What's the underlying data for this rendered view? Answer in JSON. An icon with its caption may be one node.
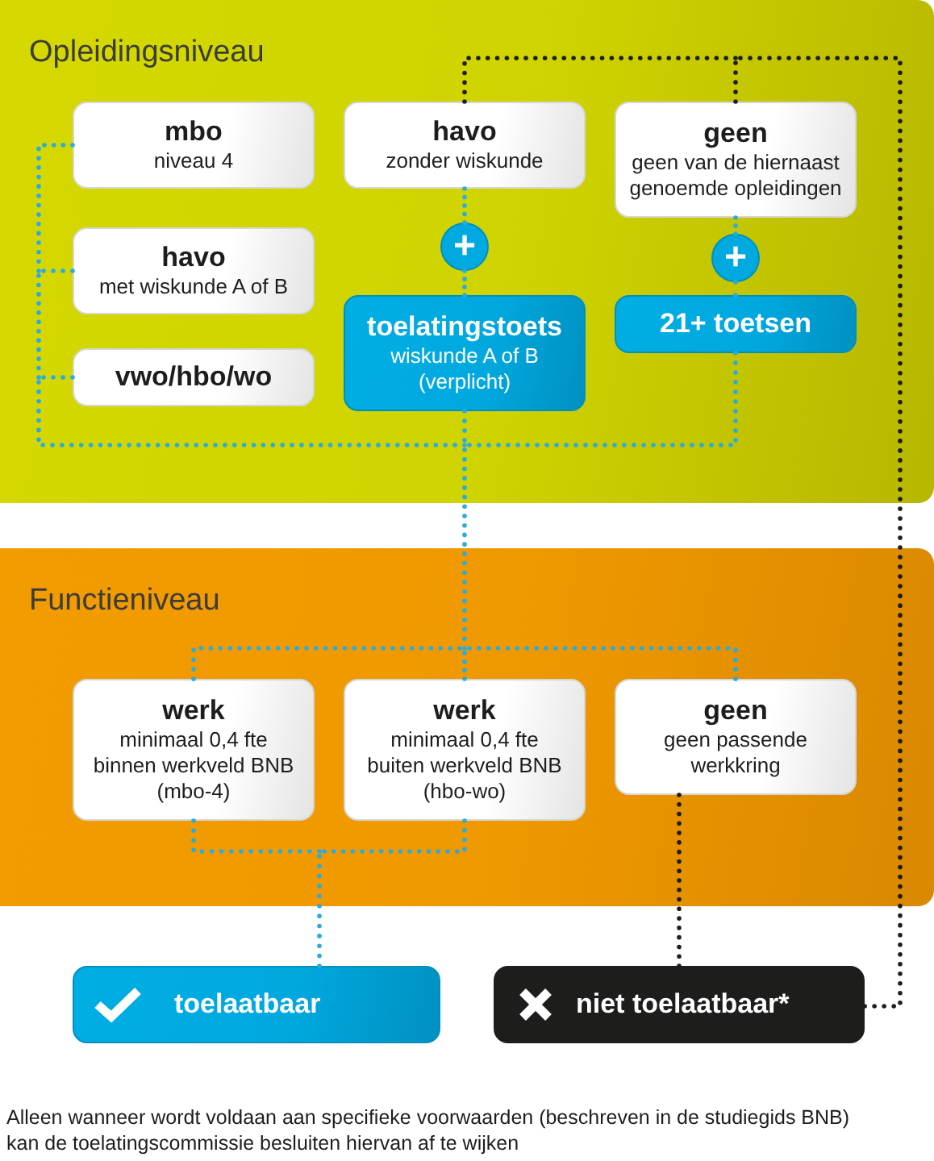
{
  "diagram": {
    "nodes": [
      {
        "text": [
          "Opleidingsniveau"
        ]
      },
      {
        "text": [
          "mbo",
          "niveau 4"
        ],
        "in": 0
      },
      {
        "text": [
          "havo",
          "zonder wiskunde"
        ],
        "in": 0
      },
      {
        "text": [
          "geen",
          "geen van de hiernaast genoemde opleidingen"
        ],
        "in": 0
      },
      {
        "text": [
          "havo",
          "met wiskunde A of B"
        ],
        "in": 0
      },
      {
        "text": [
          "+"
        ],
        "in": 0
      },
      {
        "text": [
          "+"
        ],
        "in": 0
      },
      {
        "text": [
          "toelatingstoets",
          "wiskunde A of B (verplicht)"
        ],
        "in": 0
      },
      {
        "text": [
          "21+ toetsen"
        ],
        "in": 0
      },
      {
        "text": [
          "vwo/hbo/wo"
        ],
        "in": 0
      },
      {
        "text": [
          "Functieniveau"
        ]
      },
      {
        "text": [
          "werk",
          "minimaal 0,4 fte binnen werkveld BNB (mbo-4)"
        ],
        "in": 10
      },
      {
        "text": [
          "werk",
          "minimaal 0,4 fte buiten werkveld BNB (hbo-wo)"
        ],
        "in": 10
      },
      {
        "text": [
          "geen",
          "geen passende werkkring"
        ],
        "in": 10
      },
      {
        "text": [
          "toelaatbaar"
        ]
      },
      {
        "text": [
          "niet toelaatbaar*"
        ]
      }
    ],
    "edges": [
      {
        "from": 2,
        "to": 5,
        "arrow": "none",
        "style": "dashed"
      },
      {
        "from": 5,
        "to": 7,
        "arrow": "none",
        "style": "dashed"
      },
      {
        "from": 3,
        "to": 6,
        "arrow": "none",
        "style": "dashed"
      },
      {
        "from": 6,
        "to": 8,
        "arrow": "none",
        "style": "dashed"
      },
      {
        "from": 1,
        "to": 11,
        "arrow": "none",
        "style": "dashed"
      },
      {
        "from": 1,
        "to": 12,
        "arrow": "none",
        "style": "dashed"
      },
      {
        "from": 1,
        "to": 13,
        "arrow": "none",
        "style": "dashed"
      },
      {
        "from": 4,
        "to": 11,
        "arrow": "none",
        "style": "dashed"
      },
      {
        "from": 4,
        "to": 12,
        "arrow": "none",
        "style": "dashed"
      },
      {
        "from": 4,
        "to": 13,
        "arrow": "none",
        "style": "dashed"
      },
      {
        "from": 9,
        "to": 11,
        "arrow": "none",
        "style": "dashed"
      },
      {
        "from": 9,
        "to": 12,
        "arrow": "none",
        "style": "dashed"
      },
      {
        "from": 9,
        "to": 13,
        "arrow": "none",
        "style": "dashed"
      },
      {
        "from": 7,
        "to": 11,
        "arrow": "none",
        "style": "dashed"
      },
      {
        "from": 7,
        "to": 12,
        "arrow": "none",
        "style": "dashed"
      },
      {
        "from": 7,
        "to": 13,
        "arrow": "none",
        "style": "dashed"
      },
      {
        "from": 8,
        "to": 11,
        "arrow": "none",
        "style": "dashed"
      },
      {
        "from": 8,
        "to": 12,
        "arrow": "none",
        "style": "dashed"
      },
      {
        "from": 8,
        "to": 13,
        "arrow": "none",
        "style": "dashed"
      },
      {
        "from": 11,
        "to": 14,
        "arrow": "none",
        "style": "dashed"
      },
      {
        "from": 12,
        "to": 14,
        "arrow": "none",
        "style": "dashed"
      },
      {
        "from": 2,
        "to": 15,
        "arrow": "none",
        "style": "dashed",
        "color": "#1d1d1b"
      },
      {
        "from": 3,
        "to": 15,
        "arrow": "none",
        "style": "dashed",
        "color": "#1d1d1b"
      },
      {
        "from": 13,
        "to": 15,
        "arrow": "none",
        "style": "dashed",
        "color": "#1d1d1b"
      }
    ],
    "labels": [
      "Alleen wanneer wordt voldaan aan specifieke voorwaarden (beschreven in de studiegids BNB) kan de toelatingscommissie besluiten hiervan af te wijken"
    ]
  }
}
